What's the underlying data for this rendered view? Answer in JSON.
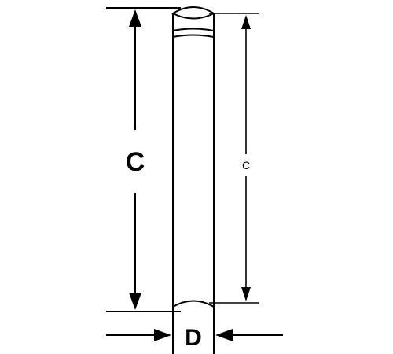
{
  "diagram": {
    "labels": {
      "overall_length": "C",
      "body_length": "C",
      "diameter": "D"
    },
    "colors": {
      "stroke": "#000000",
      "background": "#ffffff"
    }
  }
}
